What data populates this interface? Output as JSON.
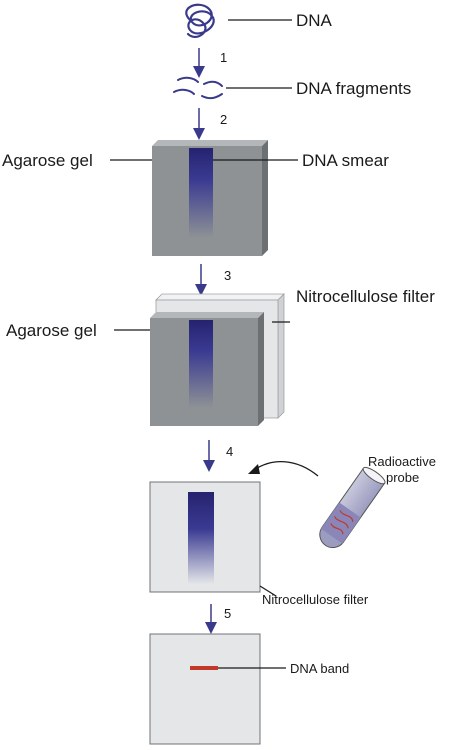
{
  "labels": {
    "dna": "DNA",
    "dna_fragments": "DNA fragments",
    "agarose_gel_1": "Agarose gel",
    "dna_smear": "DNA smear",
    "nitrocellulose_filter_1": "Nitrocellulose filter",
    "agarose_gel_2": "Agarose gel",
    "radioactive_probe_line1": "Radioactive",
    "radioactive_probe_line2": "probe",
    "nitrocellulose_filter_2": "Nitrocellulose filter",
    "dna_band": "DNA band"
  },
  "steps": [
    "1",
    "2",
    "3",
    "4",
    "5"
  ],
  "colors": {
    "gel": "#8e9295",
    "gel_side": "#6d7073",
    "filter": "#e4e6e8",
    "smear": "#2b2a7c",
    "band": "#c0392b",
    "arrow": "#3a3a8c",
    "line": "#1a1a1a"
  }
}
